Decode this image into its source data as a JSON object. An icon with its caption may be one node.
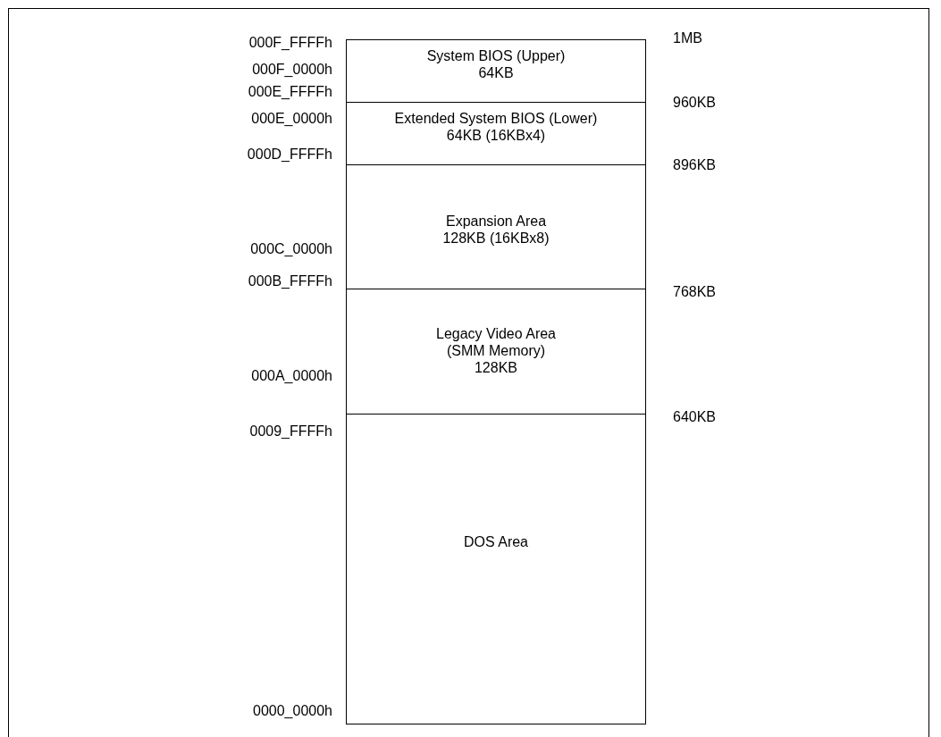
{
  "diagram": {
    "nodes": [
      {
        "text": [
          "System BIOS (Upper)",
          "64KB"
        ]
      },
      {
        "text": [
          "Extended System BIOS (Lower)",
          "64KB (16KBx4)"
        ]
      },
      {
        "text": [
          "Expansion Area",
          "128KB (16KBx8)"
        ]
      },
      {
        "text": [
          "Legacy Video Area",
          "(SMM Memory)",
          "128KB"
        ]
      },
      {
        "text": [
          "DOS Area"
        ]
      }
    ],
    "edges": [],
    "labels": [
      "1MB",
      "000F_FFFFh",
      "000F_0000h",
      "960KB",
      "000E_FFFFh",
      "000E_0000h",
      "896KB",
      "000D_FFFFh",
      "000C_0000h",
      "768KB",
      "000B_FFFFh",
      "000A_0000h",
      "640KB",
      "0009_FFFFh",
      "0000_0000h"
    ]
  }
}
